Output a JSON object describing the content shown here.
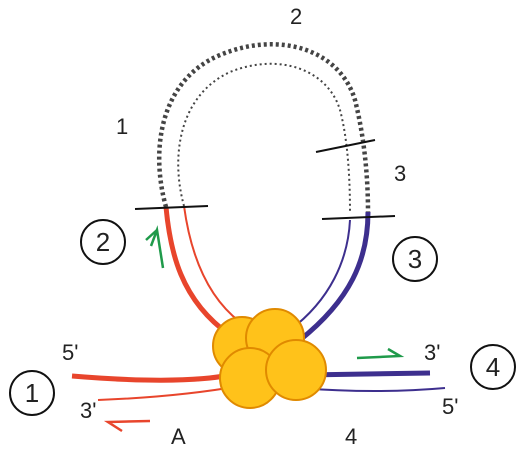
{
  "colors": {
    "red_strand": "#e8452c",
    "blue_strand": "#3d2f8e",
    "dotted": "#444444",
    "arrow_green": "#1f9a4a",
    "arrow_red": "#e8452c",
    "protein_fill": "#ffc21a",
    "protein_stroke": "#e08a00",
    "tick": "#111111"
  },
  "labels": {
    "region_1": "1",
    "region_2": "2",
    "region_3": "3",
    "region_4": "4",
    "region_A": "A",
    "left_5prime": "5'",
    "left_3prime": "3'",
    "right_3prime": "3'",
    "right_5prime": "5'"
  },
  "circled": {
    "c1": "1",
    "c2": "2",
    "c3": "3",
    "c4": "4"
  },
  "icons": {
    "protein_complex": "protein-complex-icon",
    "arrow_green_up": "arrow-green-up-icon",
    "arrow_green_right": "arrow-green-right-icon",
    "arrow_red_left": "arrow-red-left-icon"
  }
}
